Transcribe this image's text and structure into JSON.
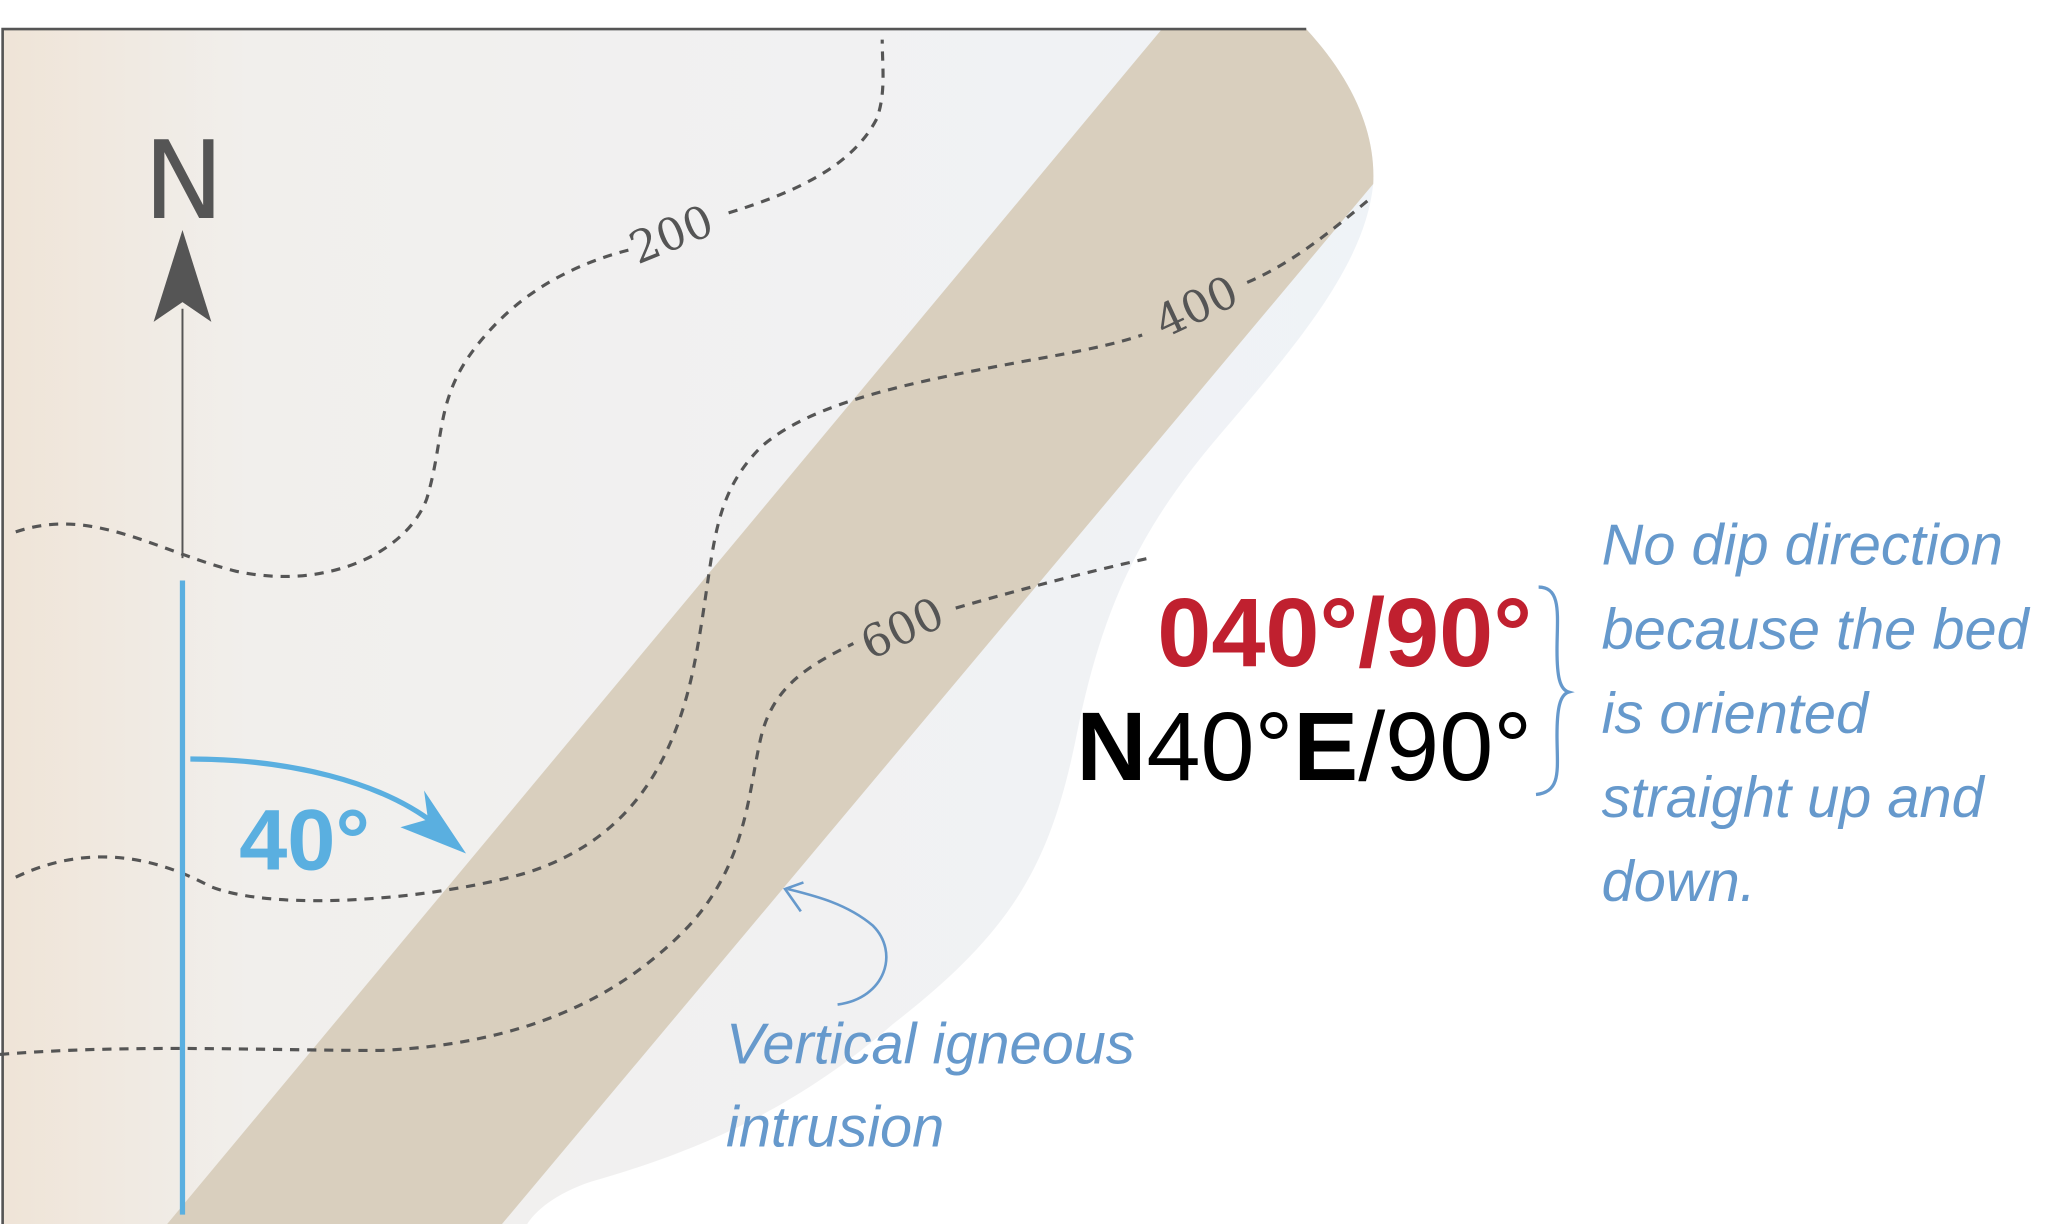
{
  "colors": {
    "dike": "#d9cfbe",
    "accent_blue": "#5aafe0",
    "note_blue": "#6699cc",
    "red": "#c0202f",
    "contour": "#555555"
  },
  "north_label": "N",
  "angle_label": "40°",
  "contours": [
    {
      "label": "200"
    },
    {
      "label": "400"
    },
    {
      "label": "600"
    }
  ],
  "azimuth_notation": "040°/90°",
  "quadrant_notation": {
    "n": "N",
    "angle": "40°",
    "e": "E",
    "dip": "/90°"
  },
  "note_lines": [
    "No dip direction",
    "because the bed",
    "is oriented",
    "straight up and",
    "down."
  ],
  "intrusion_label": [
    "Vertical igneous",
    "intrusion"
  ]
}
